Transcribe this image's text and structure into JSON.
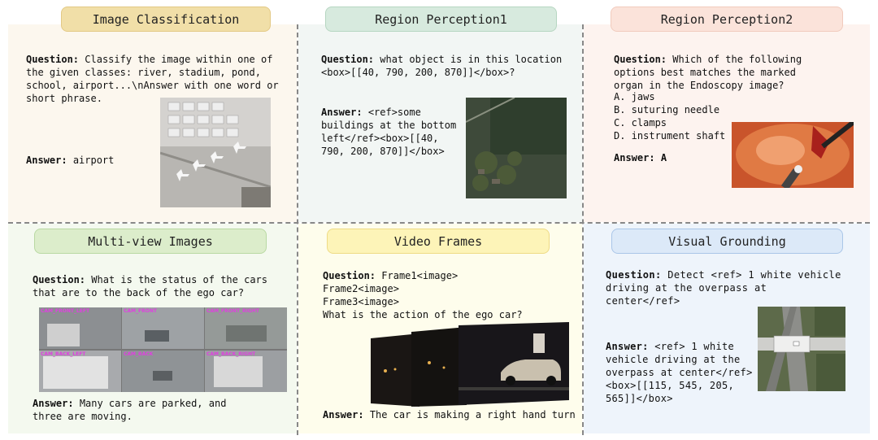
{
  "panels": {
    "image_classification": {
      "title": "Image Classification",
      "question_label": "Question:",
      "question": "Classify the image within one of the given classes: river, stadium, pond, school, airport...\\nAnswer with one word or short phrase.",
      "answer_label": "Answer:",
      "answer": "airport",
      "colors": {
        "bg": "#fcf7ee",
        "pill": "#f1dfa8",
        "pill_border": "#e3c985"
      }
    },
    "region_perception1": {
      "title": "Region Perception1",
      "question_label": "Question:",
      "question": "what object is in this location <box>[[40, 790, 200, 870]]</box>?",
      "answer_label": "Answer:",
      "answer": "<ref>some buildings at the bottom left</ref><box>[[40, 790, 200, 870]]</box>",
      "colors": {
        "bg": "#f2f6f4",
        "pill": "#d7eade",
        "pill_border": "#b6d6c1"
      }
    },
    "region_perception2": {
      "title": "Region Perception2",
      "question_label": "Question:",
      "question": "Which of the following options best matches the marked organ in the Endoscopy image?",
      "options": [
        "A. jaws",
        "B. suturing needle",
        "C. clamps",
        "D. instrument shaft"
      ],
      "answer_label": "Answer:",
      "answer": "A",
      "colors": {
        "bg": "#fdf3ef",
        "pill": "#fbe3da",
        "pill_border": "#f1cbbd"
      }
    },
    "multi_view": {
      "title": "Multi-view Images",
      "question_label": "Question:",
      "question": "What is the status of the cars that are to the back of the ego car?",
      "answer_label": "Answer:",
      "answer": "Many cars are parked, and three are moving.",
      "cams": [
        "CAM_FRONT_LEFT",
        "CAM_FRONT",
        "CAM_FRONT_RIGHT",
        "CAM_BACK_LEFT",
        "CAM_BACK",
        "CAM_BACK_RIGHT"
      ],
      "colors": {
        "bg": "#f4f9ef",
        "pill": "#dcedcb",
        "pill_border": "#b9d9a3"
      }
    },
    "video_frames": {
      "title": "Video Frames",
      "question_label": "Question:",
      "question_lines": [
        "Frame1<image>",
        "Frame2<image>",
        "Frame3<image>",
        "What is the action of the ego car?"
      ],
      "answer_label": "Answer:",
      "answer": "The car is making a right hand turn",
      "colors": {
        "bg": "#fefdec",
        "pill": "#fdf4b8",
        "pill_border": "#eedb86"
      }
    },
    "visual_grounding": {
      "title": "Visual Grounding",
      "question_label": "Question:",
      "question": "Detect <ref> 1 white vehicle driving at the overpass at center</ref>",
      "answer_label": "Answer:",
      "answer": "<ref> 1 white vehicle driving at the overpass at center</ref><box>[[115, 545, 205, 565]]</box>",
      "colors": {
        "bg": "#eef4fb",
        "pill": "#dce9f8",
        "pill_border": "#aac6e8"
      }
    }
  }
}
